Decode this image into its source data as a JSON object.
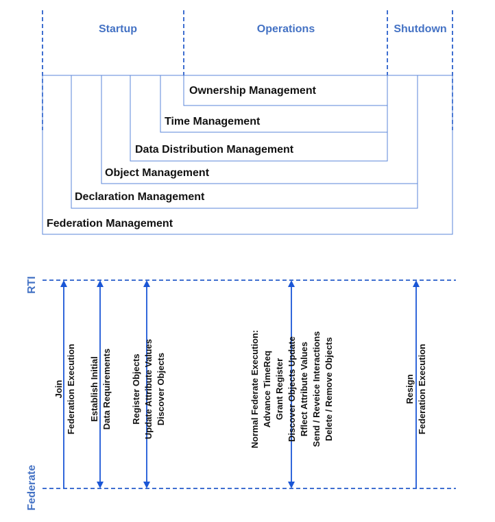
{
  "phases": {
    "startup": "Startup",
    "operations": "Operations",
    "shutdown": "Shutdown"
  },
  "services": {
    "ownership": "Ownership Management",
    "time": "Time Management",
    "ddm": "Data Distribution Management",
    "object": "Object Management",
    "declaration": "Declaration Management",
    "federation": "Federation Management"
  },
  "axes": {
    "rti": "RTI",
    "federate": "Federate"
  },
  "steps": {
    "join": [
      "Join",
      "Federation Execution"
    ],
    "establish": [
      "Establish Initial",
      "Data Requirements"
    ],
    "register": [
      "Register Objects",
      "Update Attribute Values",
      "Discover Objects"
    ],
    "normal": [
      "Normal Federate Execution:",
      "Advance TimeReq",
      "Grant Register",
      "Discover Objects Update",
      "Rflect Attribute Values",
      "Send / Reveice Interactions",
      "Delete / Remove Objects"
    ],
    "resign": [
      "Resign",
      "Federation Execution"
    ]
  },
  "colors": {
    "accent": "#4472C4",
    "arrow": "#1a56d6",
    "box": "#5a86d8"
  }
}
